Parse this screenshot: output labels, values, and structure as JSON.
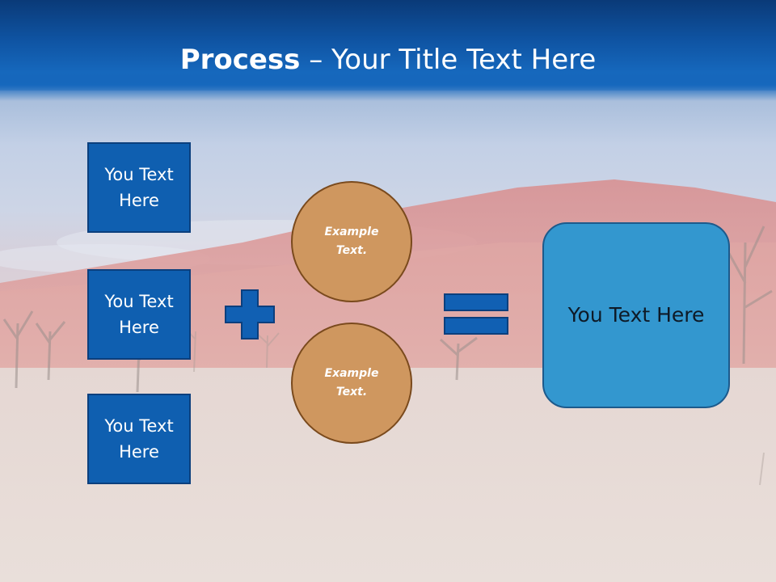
{
  "title": {
    "bold": "Process",
    "rest": " – Your Title Text Here"
  },
  "inputs": [
    {
      "label": "You Text Here"
    },
    {
      "label": "You Text Here"
    },
    {
      "label": "You Text Here"
    }
  ],
  "circles": [
    {
      "label": "Example Text."
    },
    {
      "label": "Example Text."
    }
  ],
  "result": {
    "label": "You Text Here"
  },
  "colors": {
    "title_bar": "#0f54a3",
    "box_fill": "#0f5fb0",
    "circle_fill": "#cf975f",
    "result_fill": "#3397cf",
    "operator_fill": "#1160b3"
  },
  "icons": {
    "plus": "plus-icon",
    "equals": "equals-icon"
  }
}
